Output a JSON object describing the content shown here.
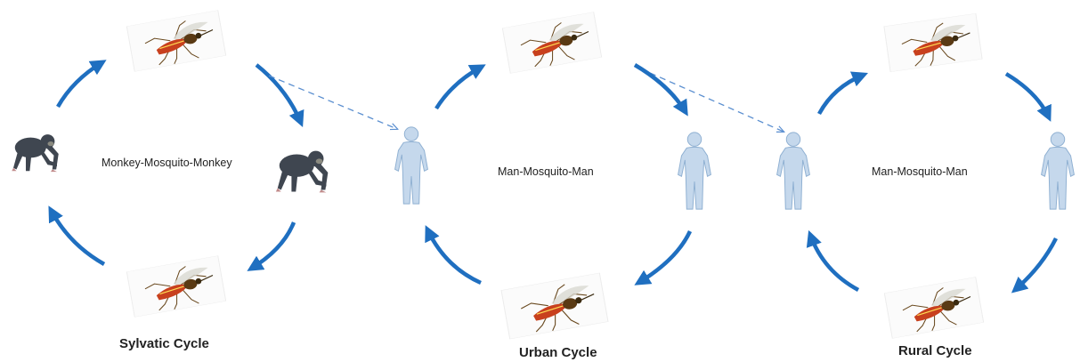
{
  "cycles": [
    {
      "center_label": "Monkey-Mosquito-Monkey",
      "title": "Sylvatic Cycle"
    },
    {
      "center_label": "Man-Mosquito-Man",
      "title": "Urban Cycle"
    },
    {
      "center_label": "Man-Mosquito-Man",
      "title": "Rural Cycle"
    }
  ],
  "colors": {
    "arrow": "#1f6fc0",
    "dashed_arrow": "#5b8fd0",
    "human_fill": "#c5d8ec",
    "human_stroke": "#8fb0d2",
    "monkey": "#3f4650",
    "mosquito_body": "#c8401e",
    "mosquito_dark": "#5a3a14"
  },
  "icons": [
    "mosquito-icon",
    "monkey-icon",
    "human-icon"
  ]
}
